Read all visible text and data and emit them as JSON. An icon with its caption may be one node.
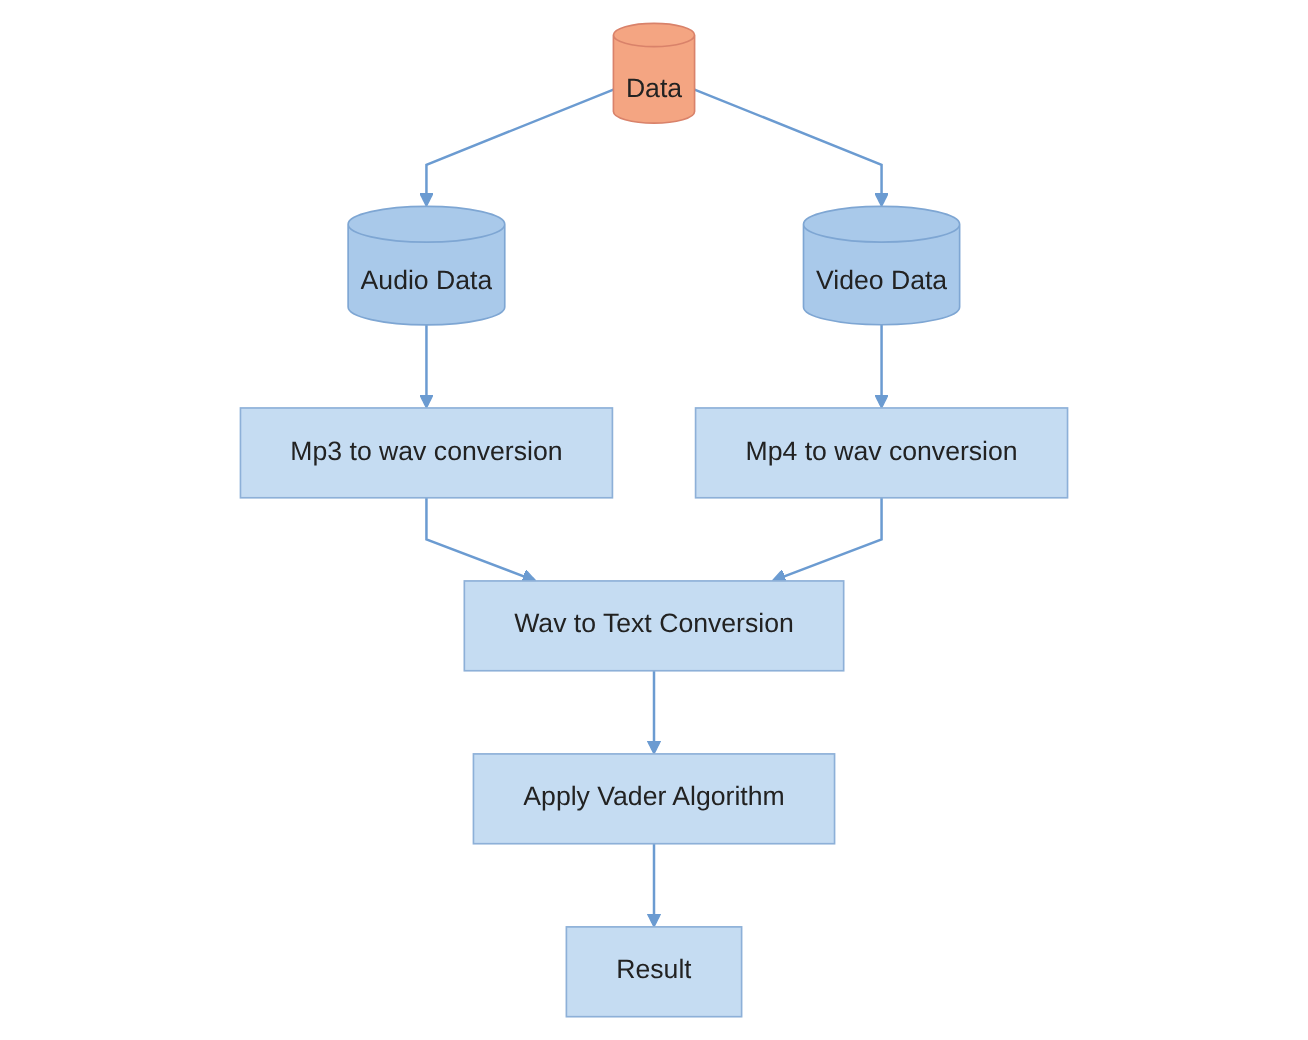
{
  "diagram": {
    "nodes": [
      {
        "text": [
          "Data"
        ]
      },
      {
        "text": [
          "Audio Data"
        ]
      },
      {
        "text": [
          "Mp3 to wav conversion"
        ]
      },
      {
        "text": [
          "Mp4 to wav conversion"
        ]
      },
      {
        "text": [
          "Video Data"
        ]
      },
      {
        "text": [
          "Wav to Text Conversion"
        ]
      },
      {
        "text": [
          "Apply Vader Algorithm"
        ]
      },
      {
        "text": [
          "Result"
        ]
      }
    ],
    "edges": [
      {
        "from": 0,
        "to": 1,
        "arrow": "to"
      },
      {
        "from": 0,
        "to": 4,
        "arrow": "to"
      },
      {
        "from": 1,
        "to": 2,
        "arrow": "to"
      },
      {
        "from": 4,
        "to": 3,
        "arrow": "to"
      },
      {
        "from": 2,
        "to": 5,
        "arrow": "to"
      },
      {
        "from": 3,
        "to": 5,
        "arrow": "to"
      },
      {
        "from": 5,
        "to": 6,
        "arrow": "to"
      },
      {
        "from": 6,
        "to": 7,
        "arrow": "to"
      }
    ]
  }
}
